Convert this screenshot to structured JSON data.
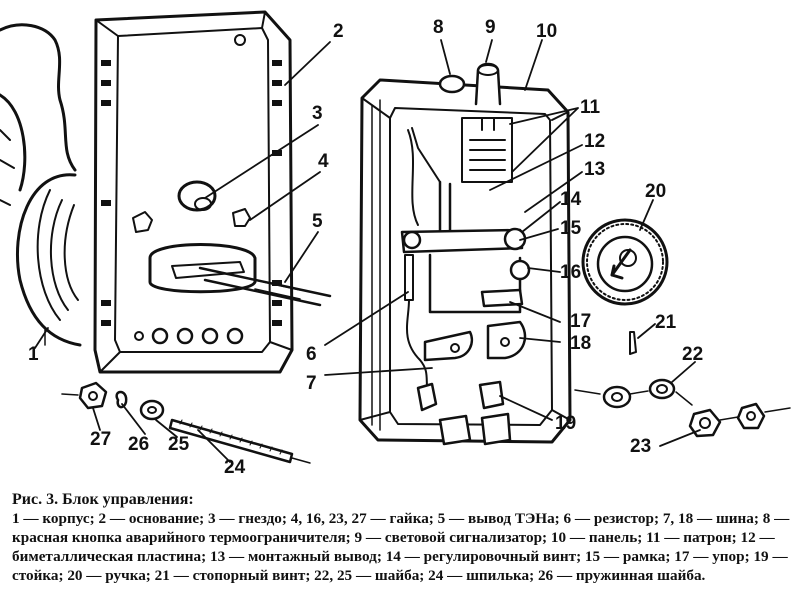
{
  "caption": {
    "title": "Рис. 3. Блок управления:",
    "body": "1 — корпус; 2 — основание; 3 — гнездо; 4, 16, 23, 27 — гайка; 5 — вывод ТЭНа; 6 — резистор; 7, 18 — шина; 8 — красная кнопка аварийного термоограничителя; 9 — световой сигнализатор; 10 — панель; 11 — патрон; 12 — биметаллическая пластина; 13 — монтажный вывод; 14 — регулировочный винт; 15 — рамка; 17 — упор; 19 — стойка; 20 — ручка; 21 — стопорный винт; 22, 25 — шайба; 24 — шпилька; 26 — пружинная шайба."
  },
  "callouts": [
    "1",
    "2",
    "3",
    "4",
    "5",
    "6",
    "7",
    "8",
    "9",
    "10",
    "11",
    "12",
    "13",
    "14",
    "15",
    "16",
    "17",
    "18",
    "19",
    "20",
    "21",
    "22",
    "23",
    "24",
    "25",
    "26",
    "27"
  ]
}
